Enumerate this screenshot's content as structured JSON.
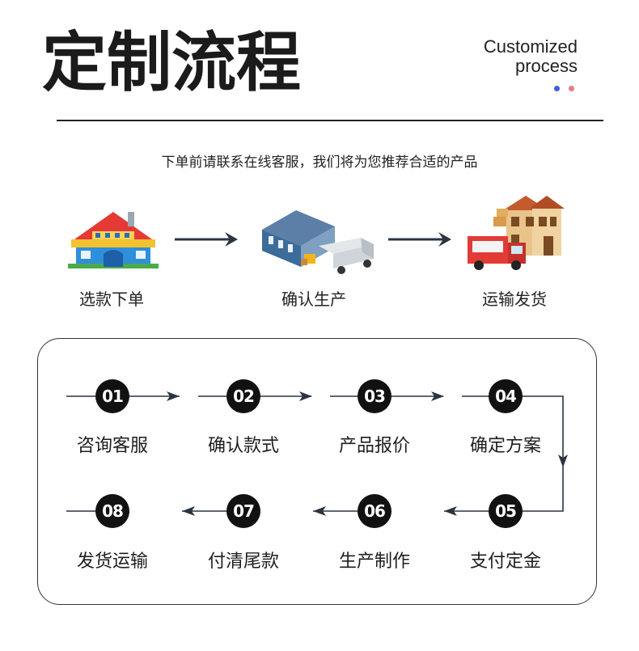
{
  "header": {
    "title": "定制流程",
    "subtitle_line1": "Customized",
    "subtitle_line2": "process",
    "dot_colors": [
      "#3e5fd8",
      "#e87a8a"
    ]
  },
  "intro_text": "下单前请联系在线客服，我们将为您推荐合适的产品",
  "top_steps": [
    {
      "label": "选款下单",
      "icon": "store-building-icon"
    },
    {
      "label": "确认生产",
      "icon": "factory-truck-icon"
    },
    {
      "label": "运输发货",
      "icon": "delivery-house-icon"
    }
  ],
  "process_steps": [
    {
      "number": "01",
      "label": "咨询客服"
    },
    {
      "number": "02",
      "label": "确认款式"
    },
    {
      "number": "03",
      "label": "产品报价"
    },
    {
      "number": "04",
      "label": "确定方案"
    },
    {
      "number": "05",
      "label": "支付定金"
    },
    {
      "number": "06",
      "label": "生产制作"
    },
    {
      "number": "07",
      "label": "付清尾款"
    },
    {
      "number": "08",
      "label": "发货运输"
    }
  ],
  "colors": {
    "text": "#1e1e1e",
    "circle": "#111111",
    "arrow": "#2b3440"
  }
}
